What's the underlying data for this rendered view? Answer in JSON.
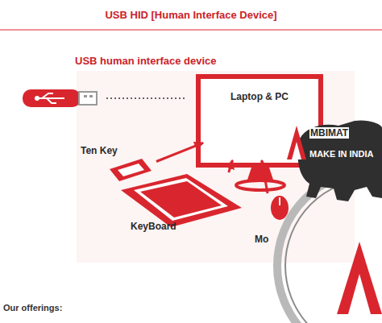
{
  "diagram": {
    "title": "USB HID [Human Interface Device]",
    "nodes": [
      {
        "text": [
          "Laptop & PC"
        ]
      },
      {
        "text": [
          "Ten Key"
        ]
      },
      {
        "text": [
          "KeyBoard"
        ]
      },
      {
        "text": [
          "Mo"
        ]
      }
    ],
    "edges": [
      {
        "from": 1,
        "to": 0,
        "arrow": "to"
      },
      {
        "from": 2,
        "to": 0,
        "arrow": "to"
      },
      {
        "from": 3,
        "to": 0,
        "arrow": "to"
      }
    ],
    "labels": [
      "USB human interface device",
      "MBIMAT",
      "MAKE IN INDIA",
      "Our offerings:"
    ]
  }
}
